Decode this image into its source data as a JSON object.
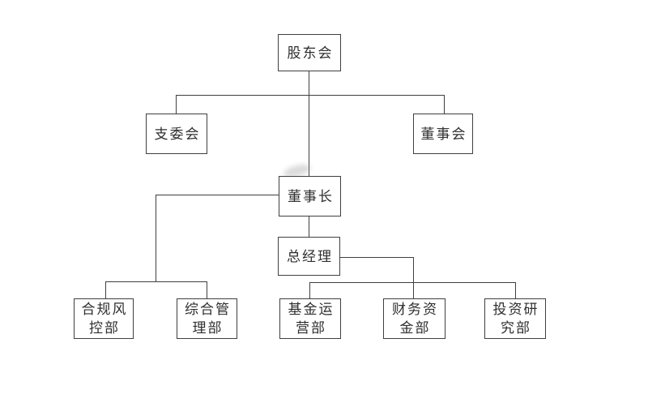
{
  "diagram": {
    "type": "org-chart",
    "background_color": "#ffffff",
    "line_color": "#3f3f3f",
    "text_color": "#2e2e2e",
    "nodes": {
      "shareholders": {
        "label": "股东会",
        "lines": [
          "股东会"
        ]
      },
      "branch_committee": {
        "label": "支委会",
        "lines": [
          "支委会"
        ]
      },
      "board": {
        "label": "董事会",
        "lines": [
          "董事会"
        ]
      },
      "chairman": {
        "label": "董事长",
        "lines": [
          "董事长"
        ]
      },
      "general_manager": {
        "label": "总经理",
        "lines": [
          "总经理"
        ]
      },
      "compliance_risk": {
        "label": "合规风控部",
        "lines": [
          "合规风",
          "控部"
        ]
      },
      "general_admin": {
        "label": "综合管理部",
        "lines": [
          "综合管",
          "理部"
        ]
      },
      "fund_operations": {
        "label": "基金运营部",
        "lines": [
          "基金运",
          "营部"
        ]
      },
      "finance_treasury": {
        "label": "财务资金部",
        "lines": [
          "财务资",
          "金部"
        ]
      },
      "investment_research": {
        "label": "投资研究部",
        "lines": [
          "投资研",
          "究部"
        ]
      }
    },
    "edges": [
      "shareholders-branch_committee",
      "shareholders-board",
      "shareholders-chairman",
      "chairman-general_manager",
      "chairman-compliance_risk",
      "chairman-general_admin",
      "general_manager-fund_operations",
      "general_manager-finance_treasury",
      "general_manager-investment_research"
    ]
  }
}
